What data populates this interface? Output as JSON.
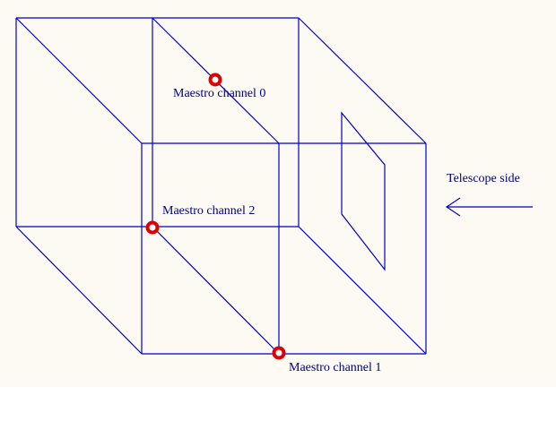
{
  "colors": {
    "background": "#fdf9f3",
    "line": "#0000c8",
    "marker": "#e00000",
    "text": "#000080"
  },
  "labels": {
    "channel0": "Maestro channel 0",
    "channel1": "Maestro channel 1",
    "channel2": "Maestro channel 2",
    "telescope_side": "Telescope side"
  },
  "icons": {
    "arrow": "left-arrow-icon",
    "marker": "red-ring-marker"
  }
}
